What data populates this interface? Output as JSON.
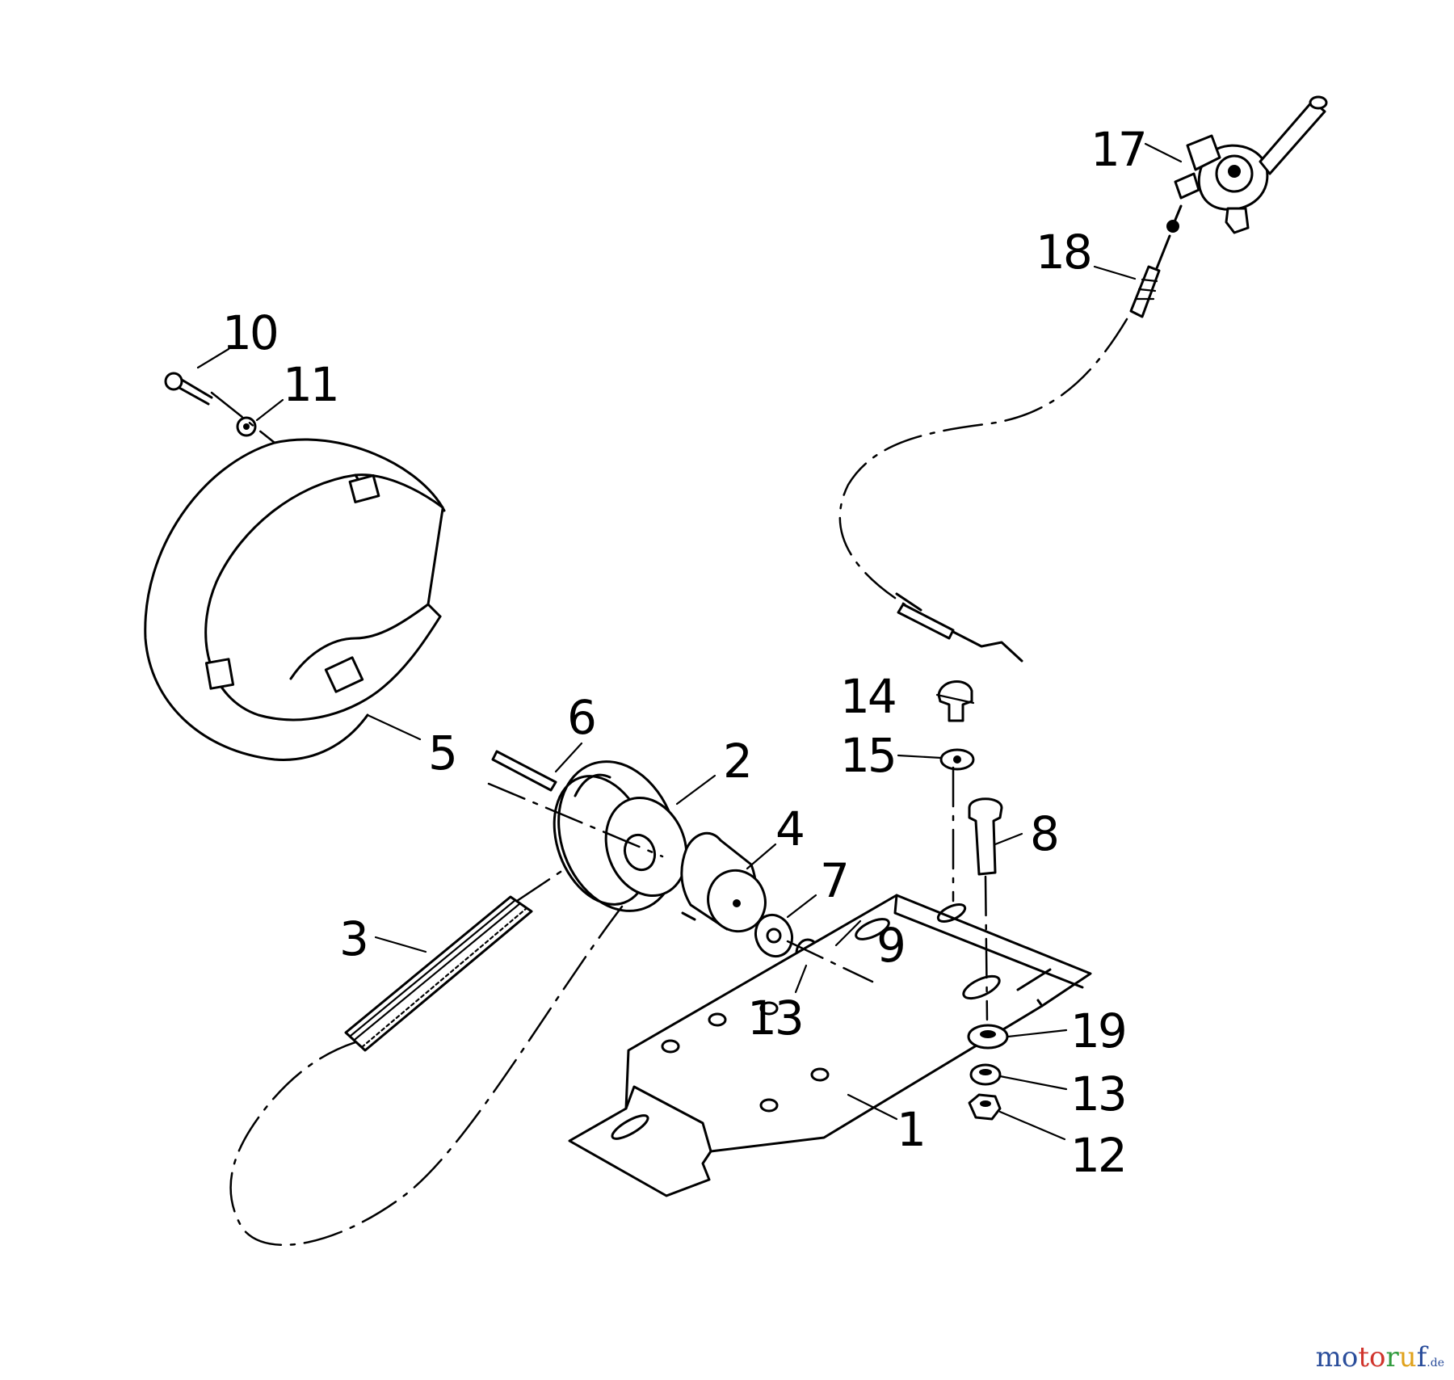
{
  "callouts": [
    {
      "id": "1",
      "text": "1"
    },
    {
      "id": "2",
      "text": "2"
    },
    {
      "id": "3",
      "text": "3"
    },
    {
      "id": "4",
      "text": "4"
    },
    {
      "id": "5",
      "text": "5"
    },
    {
      "id": "6",
      "text": "6"
    },
    {
      "id": "7",
      "text": "7"
    },
    {
      "id": "8",
      "text": "8"
    },
    {
      "id": "9",
      "text": "9"
    },
    {
      "id": "10",
      "text": "10"
    },
    {
      "id": "11",
      "text": "11"
    },
    {
      "id": "12",
      "text": "12"
    },
    {
      "id": "13a",
      "text": "13"
    },
    {
      "id": "13b",
      "text": "13"
    },
    {
      "id": "14",
      "text": "14"
    },
    {
      "id": "15",
      "text": "15"
    },
    {
      "id": "17",
      "text": "17"
    },
    {
      "id": "18",
      "text": "18"
    },
    {
      "id": "19",
      "text": "19"
    }
  ],
  "watermark": {
    "letters": [
      "mo",
      "to",
      "r",
      "u",
      "f"
    ],
    "tld": ".de"
  }
}
